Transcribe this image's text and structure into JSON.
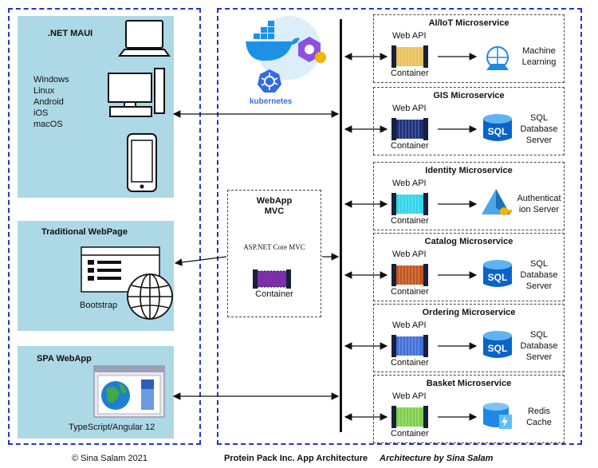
{
  "clients": {
    "maui": {
      "title": ".NET MAUI",
      "platforms": [
        "Windows",
        "Linux",
        "Android",
        "iOS",
        "macOS"
      ]
    },
    "web": {
      "title": "Traditional WebPage",
      "caption": "Bootstrap"
    },
    "spa": {
      "title": "SPA WebApp",
      "caption": "TypeScript/Angular 12"
    }
  },
  "center": {
    "kubernetes_label": "kubernetes",
    "webapp_title": "WebApp",
    "webapp_subtitle": "MVC",
    "webapp_tech": "ASP.NET Core MVC",
    "container_label": "Container"
  },
  "microservices": [
    {
      "title": "AI/IoT Microservice",
      "api": "Web API",
      "container": "Container",
      "target": [
        "Machine",
        "Learning"
      ],
      "target_icon": "flask-icon",
      "color": "#e8c25a"
    },
    {
      "title": "GIS Microservice",
      "api": "Web API",
      "container": "Container",
      "target": [
        "SQL",
        "Database",
        "Server"
      ],
      "target_icon": "sql-database-icon",
      "color": "#1a2f7a"
    },
    {
      "title": "Identity Microservice",
      "api": "Web API",
      "container": "Container",
      "target": [
        "Authenticat",
        "ion Server"
      ],
      "target_icon": "identity-pyramid-icon",
      "color": "#31d4e8"
    },
    {
      "title": "Catalog Microservice",
      "api": "Web API",
      "container": "Container",
      "target": [
        "SQL",
        "Database",
        "Server"
      ],
      "target_icon": "sql-database-icon",
      "color": "#c4531e"
    },
    {
      "title": "Ordering Microservice",
      "api": "Web API",
      "container": "Container",
      "target": [
        "SQL",
        "Database",
        "Server"
      ],
      "target_icon": "sql-database-icon",
      "color": "#3f6fd8"
    },
    {
      "title": "Basket Microservice",
      "api": "Web API",
      "container": "Container",
      "target": [
        "Redis",
        "Cache"
      ],
      "target_icon": "redis-cache-icon",
      "color": "#7fcf4a"
    }
  ],
  "footer": {
    "copyright": "© Sina Salam 2021",
    "title": "Protein Pack Inc. App Architecture",
    "byline": "Architecture by Sina Salam"
  },
  "colors": {
    "dashed_border": "#2233cc",
    "panel": "#add8e6",
    "sql_blue": "#0a64c8",
    "kube_blue": "#326ce5",
    "docker_blue": "#1d91e6"
  }
}
